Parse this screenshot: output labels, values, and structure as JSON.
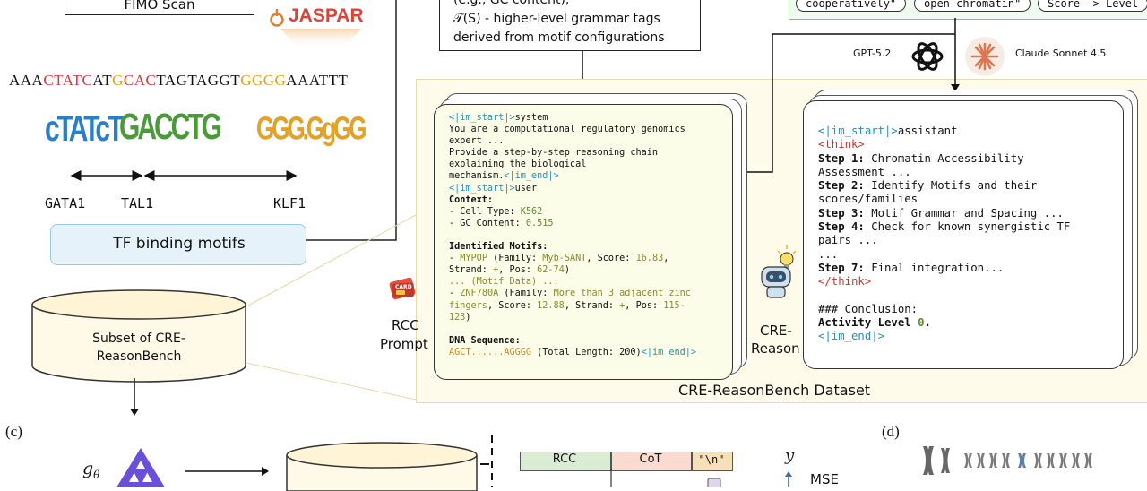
{
  "panel_b": {
    "fimo_label": "FIMO Scan",
    "jaspar_label": "JASPAR",
    "sequence": [
      {
        "t": "AAA",
        "c": "#111"
      },
      {
        "t": "CTATC",
        "c": "#d83a3a"
      },
      {
        "t": "AT",
        "c": "#111"
      },
      {
        "t": "G",
        "c": "#e3a21a"
      },
      {
        "t": "CAC",
        "c": "#d83a3a"
      },
      {
        "t": "TAGTAGGT",
        "c": "#111"
      },
      {
        "t": "GGGG",
        "c": "#e3a21a"
      },
      {
        "t": "AAATTT",
        "c": "#111"
      }
    ],
    "logo1": "cTATcT",
    "logo2": "GACCTG",
    "logo3": "GGG.GgGG",
    "motif_names": [
      "GATA1",
      "TAL1",
      "KLF1"
    ],
    "tf_box": "TF binding motifs",
    "db_label_1": "Subset of CRE-",
    "db_label_2": "ReasonBench",
    "top_note_lines": [
      "(e.g., GC content),",
      "𝒯(S)  - higher-level grammar tags",
      "derived from motif configurations"
    ],
    "pills": [
      "cooperatively\"",
      "open chromatin\"",
      "Score -> Level"
    ],
    "gpt_label": "GPT-5.2",
    "claude_label": "Claude Sonnet 4.5",
    "rcc_label_1": "RCC",
    "rcc_label_2": "Prompt",
    "card_icon_text": "CARD",
    "cre_label_1": "CRE-",
    "cre_label_2": "Reason",
    "dataset_label": "CRE-ReasonBench Dataset"
  },
  "prompt_card": {
    "lines": [
      [
        {
          "t": "<|im_start|>",
          "c": "blue"
        },
        {
          "t": "system",
          "c": ""
        }
      ],
      [
        {
          "t": "You are a computational regulatory genomics",
          "c": ""
        }
      ],
      [
        {
          "t": "expert ...",
          "c": ""
        }
      ],
      [
        {
          "t": "Provide a step-by-step reasoning chain",
          "c": ""
        }
      ],
      [
        {
          "t": "explaining the biological",
          "c": ""
        }
      ],
      [
        {
          "t": "mechanism.",
          "c": ""
        },
        {
          "t": "<|im_end|>",
          "c": "blue"
        }
      ],
      [
        {
          "t": "<|im_start|>",
          "c": "blue"
        },
        {
          "t": "user",
          "c": ""
        }
      ],
      [
        {
          "t": "Context:",
          "c": "bold"
        }
      ],
      [
        {
          "t": "- Cell Type: ",
          "c": ""
        },
        {
          "t": "K562",
          "c": "green"
        }
      ],
      [
        {
          "t": "- GC Content: ",
          "c": ""
        },
        {
          "t": "0.515",
          "c": "green"
        }
      ],
      [
        {
          "t": " ",
          "c": ""
        }
      ],
      [
        {
          "t": "Identified Motifs:",
          "c": "bold"
        }
      ],
      [
        {
          "t": "- ",
          "c": ""
        },
        {
          "t": "MYPOP",
          "c": "olive"
        },
        {
          "t": " (Family: ",
          "c": ""
        },
        {
          "t": "Myb-SANT",
          "c": "olive"
        },
        {
          "t": ", Score: ",
          "c": ""
        },
        {
          "t": "16.83",
          "c": "olive"
        },
        {
          "t": ",",
          "c": ""
        }
      ],
      [
        {
          "t": "Strand: ",
          "c": ""
        },
        {
          "t": "+",
          "c": "olive"
        },
        {
          "t": ", Pos: ",
          "c": ""
        },
        {
          "t": "62-74",
          "c": "olive"
        },
        {
          "t": ")",
          "c": ""
        }
      ],
      [
        {
          "t": "... (Motif Data) ...",
          "c": "olive"
        }
      ],
      [
        {
          "t": "- ",
          "c": ""
        },
        {
          "t": "ZNF780A",
          "c": "olive"
        },
        {
          "t": " (Family: ",
          "c": ""
        },
        {
          "t": "More than 3 adjacent zinc",
          "c": "olive"
        }
      ],
      [
        {
          "t": "fingers",
          "c": "olive"
        },
        {
          "t": ", Score: ",
          "c": ""
        },
        {
          "t": "12.88",
          "c": "olive"
        },
        {
          "t": ", Strand: ",
          "c": ""
        },
        {
          "t": "+",
          "c": "olive"
        },
        {
          "t": ", Pos: ",
          "c": ""
        },
        {
          "t": "115-",
          "c": "olive"
        }
      ],
      [
        {
          "t": "123",
          "c": "olive"
        },
        {
          "t": ")",
          "c": ""
        }
      ],
      [
        {
          "t": " ",
          "c": ""
        }
      ],
      [
        {
          "t": "DNA Sequence:",
          "c": "bold"
        }
      ],
      [
        {
          "t": "AGCT......AGGGG",
          "c": "orange"
        },
        {
          "t": " (Total Length: 200)",
          "c": ""
        },
        {
          "t": "<|im_end|>",
          "c": "blue"
        }
      ]
    ]
  },
  "answer_card": {
    "lines": [
      [
        {
          "t": "<|im_start|>",
          "c": "blue"
        },
        {
          "t": "assistant",
          "c": ""
        }
      ],
      [
        {
          "t": "<think>",
          "c": "red"
        }
      ],
      [
        {
          "t": "Step 1:",
          "c": "bold"
        },
        {
          "t": " Chromatin Accessibility",
          "c": ""
        }
      ],
      [
        {
          "t": "Assessment ...",
          "c": ""
        }
      ],
      [
        {
          "t": "Step 2:",
          "c": "bold"
        },
        {
          "t": " Identify Motifs and their",
          "c": ""
        }
      ],
      [
        {
          "t": "scores/families",
          "c": ""
        }
      ],
      [
        {
          "t": "Step 3:",
          "c": "bold"
        },
        {
          "t": " Motif Grammar and Spacing ...",
          "c": ""
        }
      ],
      [
        {
          "t": "Step 4:",
          "c": "bold"
        },
        {
          "t": " Check for known synergistic TF",
          "c": ""
        }
      ],
      [
        {
          "t": "pairs ...",
          "c": ""
        }
      ],
      [
        {
          "t": "...",
          "c": ""
        }
      ],
      [
        {
          "t": "Step 7:",
          "c": "bold"
        },
        {
          "t": " Final integration...",
          "c": ""
        }
      ],
      [
        {
          "t": "</think>",
          "c": "red"
        }
      ],
      [
        {
          "t": " ",
          "c": ""
        }
      ],
      [
        {
          "t": "### Conclusion:",
          "c": ""
        }
      ],
      [
        {
          "t": "Activity Level ",
          "c": "bold"
        },
        {
          "t": "0",
          "c": "greenbold"
        },
        {
          "t": ".",
          "c": "bold"
        }
      ],
      [
        {
          "t": "<|im_end|>",
          "c": "blue"
        }
      ]
    ]
  },
  "panel_c": {
    "panel_letter": "(c)",
    "g_theta": "g",
    "g_sub": "θ",
    "seg_rcc": "RCC",
    "seg_cot": "CoT",
    "seg_nl": "\"\\n\"",
    "y_label": "y",
    "mse_label": "MSE"
  },
  "panel_d": {
    "panel_letter": "(d)"
  }
}
